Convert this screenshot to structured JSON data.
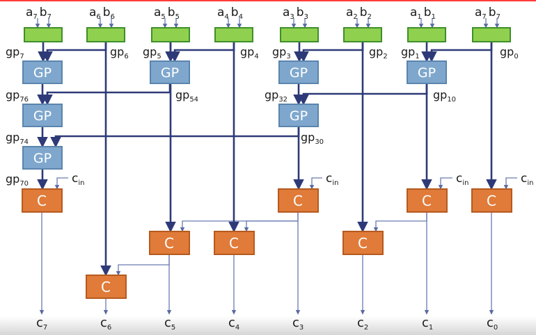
{
  "inputs": [
    {
      "a": "7",
      "b": "7"
    },
    {
      "a": "6",
      "b": "6"
    },
    {
      "a": "5",
      "b": "5"
    },
    {
      "a": "4",
      "b": "4"
    },
    {
      "a": "3",
      "b": "3"
    },
    {
      "a": "2",
      "b": "2"
    },
    {
      "a": "1",
      "b": "1"
    },
    {
      "a": "7",
      "b": "7"
    }
  ],
  "gp_labels": [
    {
      "sub": "7"
    },
    {
      "sub": "6"
    },
    {
      "sub": "5"
    },
    {
      "sub": "4"
    },
    {
      "sub": "3"
    },
    {
      "sub": "2"
    },
    {
      "sub": "1"
    },
    {
      "sub": "0"
    },
    {
      "sub": "76"
    },
    {
      "sub": "54"
    },
    {
      "sub": "32"
    },
    {
      "sub": "10"
    },
    {
      "sub": "74"
    },
    {
      "sub": "30"
    },
    {
      "sub": "70"
    }
  ],
  "gp_prefix": "gp",
  "gp_block_label": "GP",
  "c_block_label": "C",
  "cin": {
    "base": "c",
    "sub": "in"
  },
  "outputs": [
    {
      "base": "c",
      "sub": "7"
    },
    {
      "base": "c",
      "sub": "6"
    },
    {
      "base": "c",
      "sub": "5"
    },
    {
      "base": "c",
      "sub": "4"
    },
    {
      "base": "c",
      "sub": "3"
    },
    {
      "base": "c",
      "sub": "2"
    },
    {
      "base": "c",
      "sub": "1"
    },
    {
      "base": "c",
      "sub": "0"
    }
  ],
  "colors": {
    "input_block": "#8fd14f",
    "input_border": "#3f8f2a",
    "gp_block": "#7fa7cd",
    "gp_border": "#5a84ad",
    "c_block": "#e07b39",
    "c_border": "#b55a1f",
    "thick_wire": "#2e3a78",
    "thin_wire": "#6a7ab0"
  }
}
